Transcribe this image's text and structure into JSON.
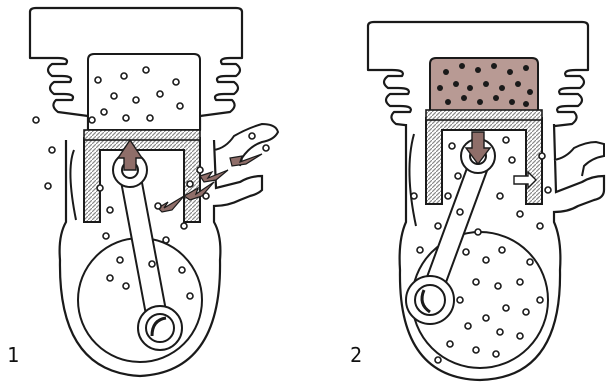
{
  "panels": [
    {
      "number": "1"
    },
    {
      "number": "2"
    }
  ],
  "colors": {
    "outline": "#1a1a1a",
    "background": "#ffffff",
    "compressed_charge": "#b89a94",
    "piston_hatch": "#9a9a9a",
    "arrow_fill": "#8f6e69",
    "particle": "#ffffff"
  },
  "icons": [
    "cylinder-head-fins",
    "piston",
    "connecting-rod",
    "crankshaft",
    "flow-arrow",
    "fuel-particles"
  ]
}
